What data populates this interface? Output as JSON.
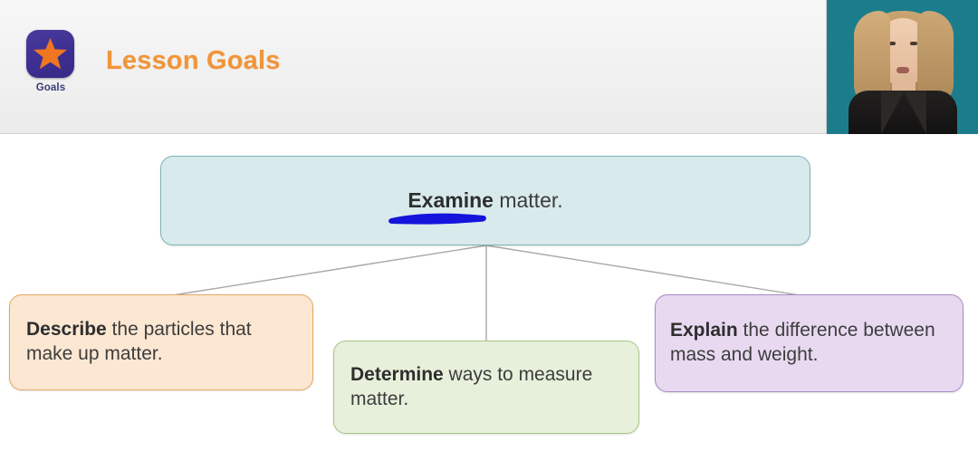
{
  "header": {
    "badge_icon": "star-icon",
    "badge_caption": "Goals",
    "title": "Lesson Goals",
    "title_color": "#f0953a",
    "badge_bg_color": "#3d2f92",
    "star_color": "#ef7722",
    "background_color": "#efefef"
  },
  "video_overlay": {
    "name": "presenter-video",
    "background_color": "#1b7d8c"
  },
  "diagram": {
    "root": {
      "bold": "Examine",
      "rest": " matter.",
      "fill_color": "#d8eaec",
      "border_color": "#7fb3b5",
      "annotation": "blue-underline",
      "annotation_color": "#1414dc"
    },
    "branches": [
      {
        "name": "describe",
        "bold": "Describe",
        "rest": " the particles that make up matter.",
        "fill_color": "#fbe7d2",
        "border_color": "#e8a866"
      },
      {
        "name": "determine",
        "bold": "Determine",
        "rest": " ways to measure matter.",
        "fill_color": "#e6f0db",
        "border_color": "#a9c688"
      },
      {
        "name": "explain",
        "bold": "Explain",
        "rest": " the difference between mass and weight.",
        "fill_color": "#e8d9f1",
        "border_color": "#a98bc4"
      }
    ],
    "connector_color": "#a8a8a8"
  }
}
